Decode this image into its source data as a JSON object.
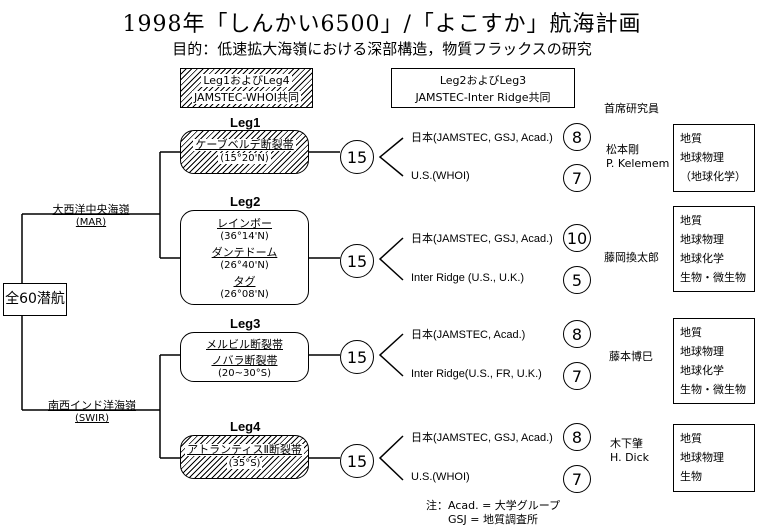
{
  "title": "1998年「しんかい6500」/「よこすか」航海計画",
  "subtitle": "目的：低速拡大海嶺における深部構造，物質フラックスの研究",
  "headers": {
    "leg14": [
      "Leg1およびLeg4",
      "JAMSTEC-WHOI共同"
    ],
    "leg23": [
      "Leg2およびLeg3",
      "JAMSTEC-Inter Ridge共同"
    ],
    "chief": "首席研究員"
  },
  "root": "全60潜航",
  "ridges": {
    "mar": [
      "大西洋中央海嶺",
      "(MAR)"
    ],
    "swir": [
      "南西インド洋海嶺",
      "(SWIR)"
    ]
  },
  "legs": [
    {
      "name": "Leg1",
      "sites": [
        {
          "name": "ケーブベルデ断裂帯",
          "coord": "(15°20'N)"
        }
      ],
      "total": "15",
      "rows": [
        {
          "label": "日本(JAMSTEC, GSJ, Acad.)",
          "count": "8"
        },
        {
          "label": "U.S.(WHOI)",
          "count": "7"
        }
      ],
      "chief": [
        "松本剛",
        "P. Kelemem"
      ],
      "fields": [
        "地質",
        "地球物理",
        "（地球化学）"
      ]
    },
    {
      "name": "Leg2",
      "sites": [
        {
          "name": "レインボー",
          "coord": "(36°14'N)"
        },
        {
          "name": "ダンテドーム",
          "coord": "(26°40'N)"
        },
        {
          "name": "タグ",
          "coord": "(26°08'N)"
        }
      ],
      "total": "15",
      "rows": [
        {
          "label": "日本(JAMSTEC, GSJ, Acad.)",
          "count": "10"
        },
        {
          "label": "Inter Ridge (U.S., U.K.)",
          "count": "5"
        }
      ],
      "chief": [
        "藤岡換太郎"
      ],
      "fields": [
        "地質",
        "地球物理",
        "地球化学",
        "生物・微生物"
      ]
    },
    {
      "name": "Leg3",
      "sites": [
        {
          "name": "メルビル断裂帯",
          "coord": ""
        },
        {
          "name": "ノバラ断裂帯",
          "coord": "(20~30°S)"
        }
      ],
      "total": "15",
      "rows": [
        {
          "label": "日本(JAMSTEC,  Acad.)",
          "count": "8"
        },
        {
          "label": "Inter Ridge(U.S., FR, U.K.)",
          "count": "7"
        }
      ],
      "chief": [
        "藤本博巳"
      ],
      "fields": [
        "地質",
        "地球物理",
        "地球化学",
        "生物・微生物"
      ]
    },
    {
      "name": "Leg4",
      "sites": [
        {
          "name": "アトランティスⅡ断裂帯",
          "coord": "(35°S)"
        }
      ],
      "total": "15",
      "rows": [
        {
          "label": "日本(JAMSTEC, GSJ, Acad.)",
          "count": "8"
        },
        {
          "label": "U.S.(WHOI)",
          "count": "7"
        }
      ],
      "chief": [
        "木下肇",
        "H. Dick"
      ],
      "fields": [
        "地質",
        "地球物理",
        "生物"
      ]
    }
  ],
  "notes": [
    "注：Acad. = 大学グループ",
    "GSJ  = 地質調査所"
  ]
}
